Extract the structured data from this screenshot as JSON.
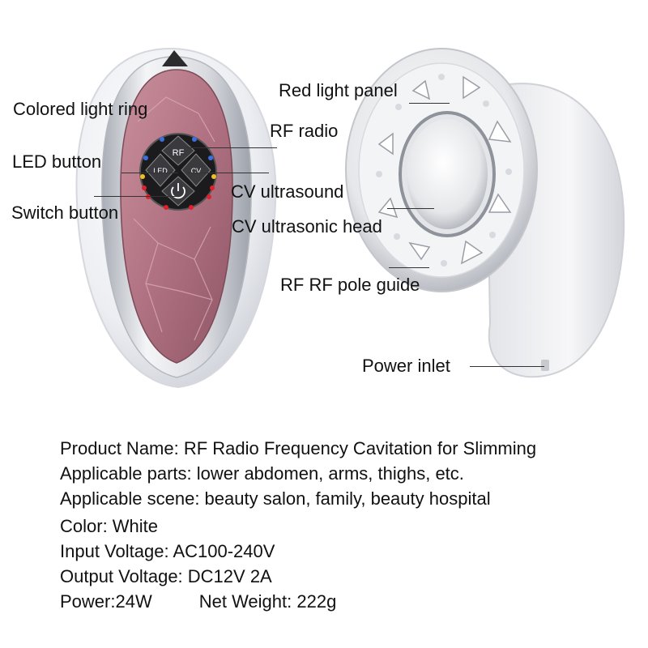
{
  "callouts": {
    "colored_light_ring": "Colored light ring",
    "led_button": "LED button",
    "switch_button": "Switch button",
    "red_light_panel": "Red light panel",
    "rf_radio": "RF radio",
    "cv_ultrasound": "CV ultrasound",
    "cv_ultrasonic_head": "CV ultrasonic head",
    "rf_pole_guide": "RF RF pole guide",
    "power_inlet": "Power inlet"
  },
  "buttons": {
    "rf": "RF",
    "led": "LED",
    "cv": "CV"
  },
  "specs": {
    "product_name": "Product Name: RF Radio Frequency Cavitation for Slimming",
    "applicable_parts": "Applicable parts: lower abdomen, arms, thighs, etc.",
    "applicable_scene": "Applicable scene: beauty salon, family, beauty hospital",
    "color": "Color: White",
    "input_voltage": "Input Voltage: AC100-240V",
    "output_voltage": "Output Voltage: DC12V 2A",
    "power": "Power:24W",
    "net_weight": "Net Weight: 222g"
  },
  "colors": {
    "panel_pink": "#b57a86",
    "shell_white": "#f1f1f4",
    "chrome": "#c9cbd1",
    "led_red": "#e0202a",
    "led_blue": "#3b6fe0"
  }
}
